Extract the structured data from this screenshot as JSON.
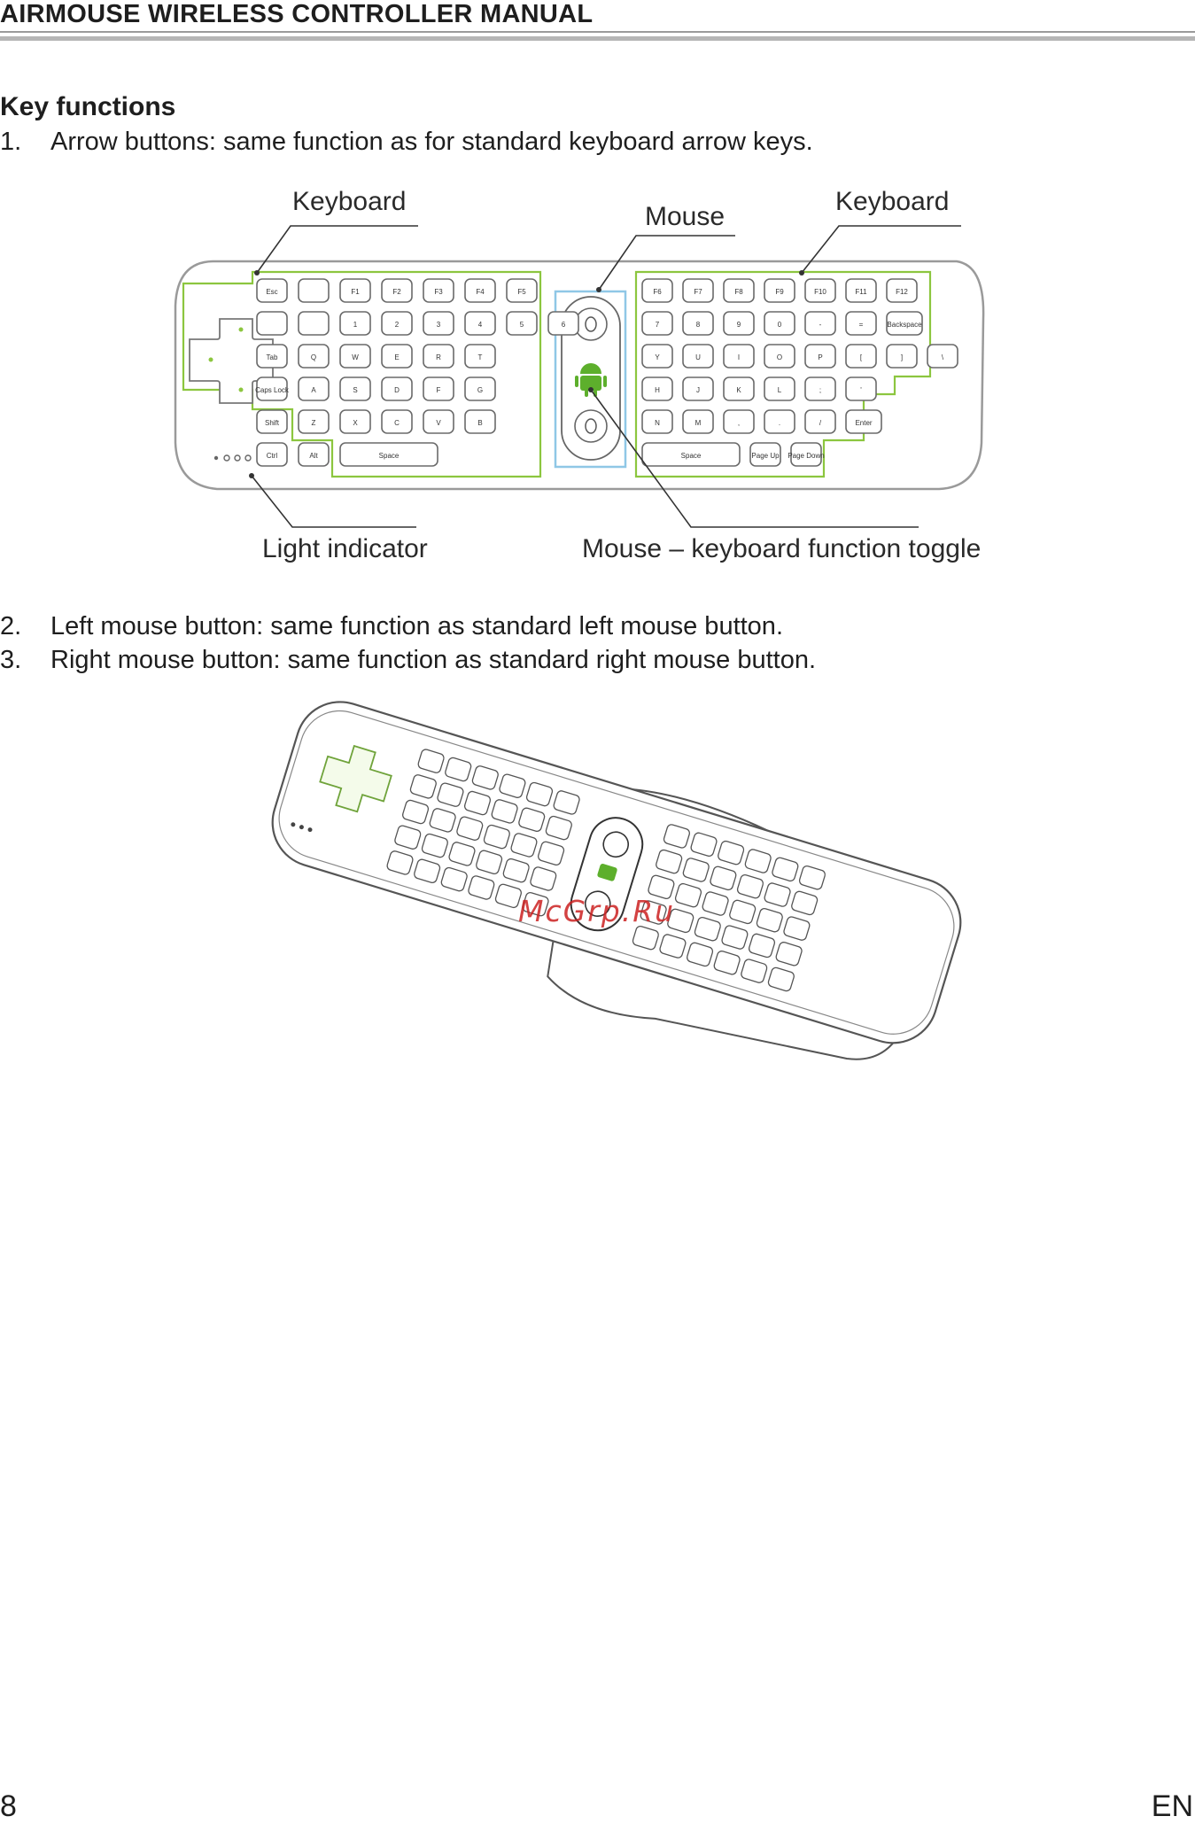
{
  "header": {
    "title": "AIRMOUSE WIRELESS CONTROLLER MANUAL"
  },
  "section": {
    "title": "Key functions"
  },
  "items": [
    {
      "num": "1.",
      "text": "Arrow buttons: same function as for standard keyboard arrow keys."
    },
    {
      "num": "2.",
      "text": "Left mouse button: same function as standard left mouse button."
    },
    {
      "num": "3.",
      "text": "Right mouse button: same function as standard right mouse button."
    }
  ],
  "diagram": {
    "callouts": {
      "keyboard_left": "Keyboard",
      "mouse": "Mouse",
      "keyboard_right": "Keyboard",
      "light_indicator": "Light indicator",
      "toggle": "Mouse – keyboard function toggle"
    },
    "keys": {
      "left_rows": [
        [
          "Esc",
          "",
          "F1",
          "F2",
          "F3",
          "F4",
          "F5"
        ],
        [
          "",
          "",
          "1",
          "2",
          "3",
          "4",
          "5",
          "6"
        ],
        [
          "Tab",
          "Q",
          "W",
          "E",
          "R",
          "T"
        ],
        [
          "Caps Lock",
          "A",
          "S",
          "D",
          "F",
          "G"
        ],
        [
          "Shift",
          "Z",
          "X",
          "C",
          "V",
          "B"
        ],
        [
          "Ctrl",
          "Alt",
          "Space"
        ]
      ],
      "right_rows": [
        [
          "F6",
          "F7",
          "F8",
          "F9",
          "F10",
          "F11",
          "F12"
        ],
        [
          "7",
          "8",
          "9",
          "0",
          "-",
          "=",
          "Backspace"
        ],
        [
          "Y",
          "U",
          "I",
          "O",
          "P",
          "[",
          "]",
          "\\"
        ],
        [
          "H",
          "J",
          "K",
          "L",
          ";",
          "'"
        ],
        [
          "N",
          "M",
          ",",
          ".",
          "/",
          "Enter"
        ],
        [
          "Space",
          "Page Up",
          "Page Down"
        ]
      ]
    },
    "accent_color": "#8cc63f",
    "mouse_panel_color": "#8fc7e6"
  },
  "watermark": "McGrp.Ru",
  "footer": {
    "page": "8",
    "lang": "EN"
  }
}
